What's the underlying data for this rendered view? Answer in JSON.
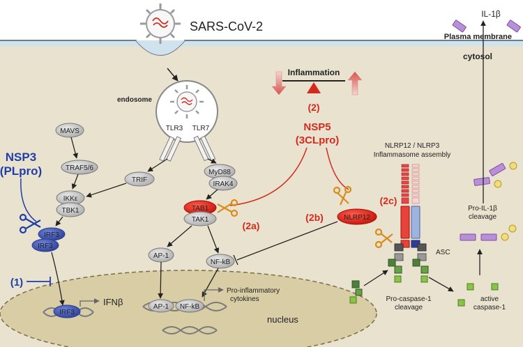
{
  "colors": {
    "membrane_band": "#cfe2ee",
    "cytosol_bg": "#e9e2cf",
    "nucleus_fill": "#d9cda5",
    "red": "#d42a1e",
    "blue": "#1f3ea8",
    "grey_node": "#c9c9c9",
    "purple_cytokine": "#b98fd6",
    "yellow_cleaved": "#f2dc7b",
    "green_caspase": "#8bc34a"
  },
  "labels": {
    "virus": "SARS-CoV-2",
    "plasma_membrane": "Plasma membrane",
    "cytosol": "cytosol",
    "endosome": "endosome",
    "inflammation": "Inflammation",
    "marker_2": "(2)",
    "nsp5_line1": "NSP5",
    "nsp5_line2": "(3CLpro)",
    "nsp3_line1": "NSP3",
    "nsp3_line2": "(PLpro)",
    "marker_1": "(1)",
    "marker_2a": "(2a)",
    "marker_2b": "(2b)",
    "marker_2c": "(2c)",
    "inflammasome_line1": "NLRP12 / NLRP3",
    "inflammasome_line2": "Inflammasome assembly",
    "asc": "ASC",
    "il1b": "IL-1β",
    "pro_il1b_line1": "Pro-IL-1β",
    "pro_il1b_line2": "cleavage",
    "procasp_line1": "Pro-caspase-1",
    "procasp_line2": "cleavage",
    "active_line1": "active",
    "active_line2": "caspase-1",
    "ifnb": "IFNβ",
    "proinflam_line1": "Pro-inflammatory",
    "proinflam_line2": "cytokines",
    "nucleus": "nucleus"
  },
  "nodes": {
    "tlr3": "TLR3",
    "tlr7": "TLR7",
    "mavs": "MAVS",
    "traf": "TRAF5/6",
    "ikke": "IKKε",
    "tbk1": "TBK1",
    "irf3_a": "IRF3",
    "irf3_b": "IRF3",
    "irf3_nuc": "IRF3",
    "trif": "TRIF",
    "myd88": "MyD88",
    "irak4": "IRAK4",
    "tab1": "TAB1",
    "tak1": "TAK1",
    "ap1": "AP-1",
    "nfkb": "NF-kB",
    "ap1_nuc": "AP-1",
    "nfkb_nuc": "NF-kB",
    "nlrp12": "NLRP12"
  }
}
